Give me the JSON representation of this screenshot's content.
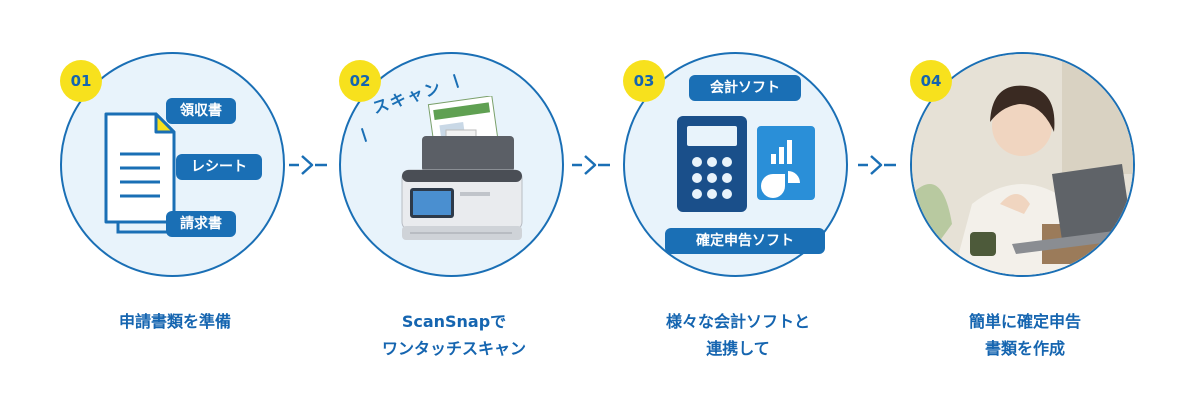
{
  "steps": [
    {
      "number": "01",
      "tags": [
        "領収書",
        "レシート",
        "請求書"
      ],
      "caption_lines": [
        "申請書類を準備"
      ]
    },
    {
      "number": "02",
      "scan_label": "スキャン",
      "caption_lines": [
        "ScanSnapで",
        "ワンタッチスキャン"
      ]
    },
    {
      "number": "03",
      "tags": [
        "会計ソフト",
        "確定申告ソフト"
      ],
      "caption_lines": [
        "様々な会計ソフトと",
        "連携して"
      ]
    },
    {
      "number": "04",
      "caption_lines": [
        "簡単に確定申告",
        "書類を作成"
      ]
    }
  ],
  "colors": {
    "primary_blue": "#1a6fb5",
    "text_blue": "#1565b0",
    "circle_fill": "#e8f3fb",
    "badge_yellow": "#f7e11d"
  }
}
